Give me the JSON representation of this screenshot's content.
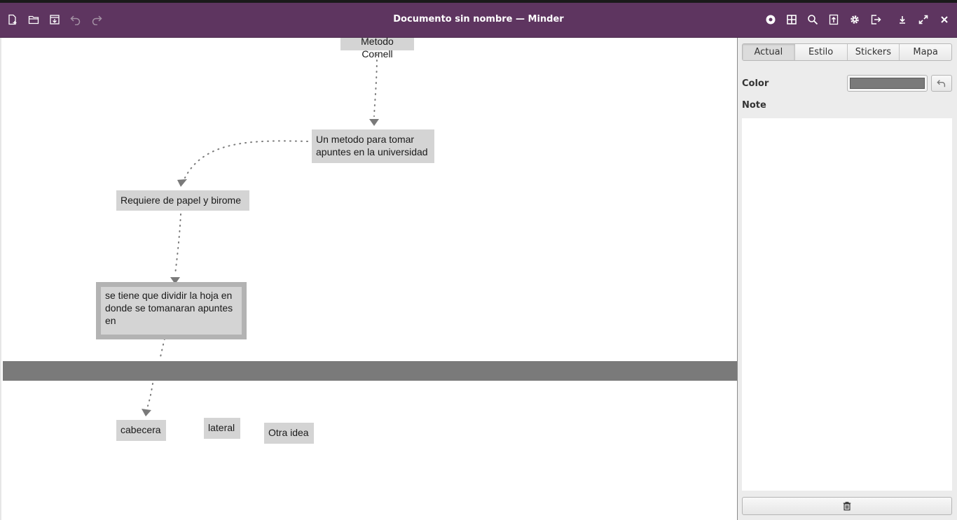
{
  "window": {
    "title": "Documento sin nombre — Minder"
  },
  "header": {
    "left_buttons": [
      {
        "icon": "new-document-icon"
      },
      {
        "icon": "open-folder-icon"
      },
      {
        "icon": "save-icon"
      },
      {
        "icon": "undo-icon"
      },
      {
        "icon": "redo-icon"
      }
    ],
    "right_buttons": [
      {
        "icon": "focus-mode-icon"
      },
      {
        "icon": "zoom-fit-icon"
      },
      {
        "icon": "search-icon"
      },
      {
        "icon": "export-icon"
      },
      {
        "icon": "gear-icon"
      },
      {
        "icon": "quit-icon"
      },
      {
        "icon": "minimize-icon"
      },
      {
        "icon": "maximize-icon"
      },
      {
        "icon": "close-icon"
      }
    ]
  },
  "mindmap": {
    "nodes": [
      {
        "id": "n0",
        "text": "Metodo Cornell"
      },
      {
        "id": "n1",
        "text": "Un metodo para tomar apuntes en la universidad"
      },
      {
        "id": "n2",
        "text": "Requiere de papel y birome"
      },
      {
        "id": "n3",
        "text": "se tiene que dividir la hoja en donde se tomanaran apuntes en",
        "selected": true
      },
      {
        "id": "n4",
        "text": "cabecera"
      },
      {
        "id": "n5",
        "text": "lateral"
      },
      {
        "id": "n6",
        "text": "Otra idea"
      }
    ],
    "connection_color": "#7a7a7a",
    "node_color": "#d4d4d4",
    "divider_color": "#7a7a7a"
  },
  "sidebar": {
    "tabs": [
      {
        "label": "Actual",
        "active": true
      },
      {
        "label": "Estilo",
        "active": false
      },
      {
        "label": "Stickers",
        "active": false
      },
      {
        "label": "Mapa",
        "active": false
      }
    ],
    "color_label": "Color",
    "color_value": "#7a7a7a",
    "note_label": "Note",
    "note_value": "",
    "reset_icon": "undo-icon",
    "delete_icon": "trash-icon"
  }
}
